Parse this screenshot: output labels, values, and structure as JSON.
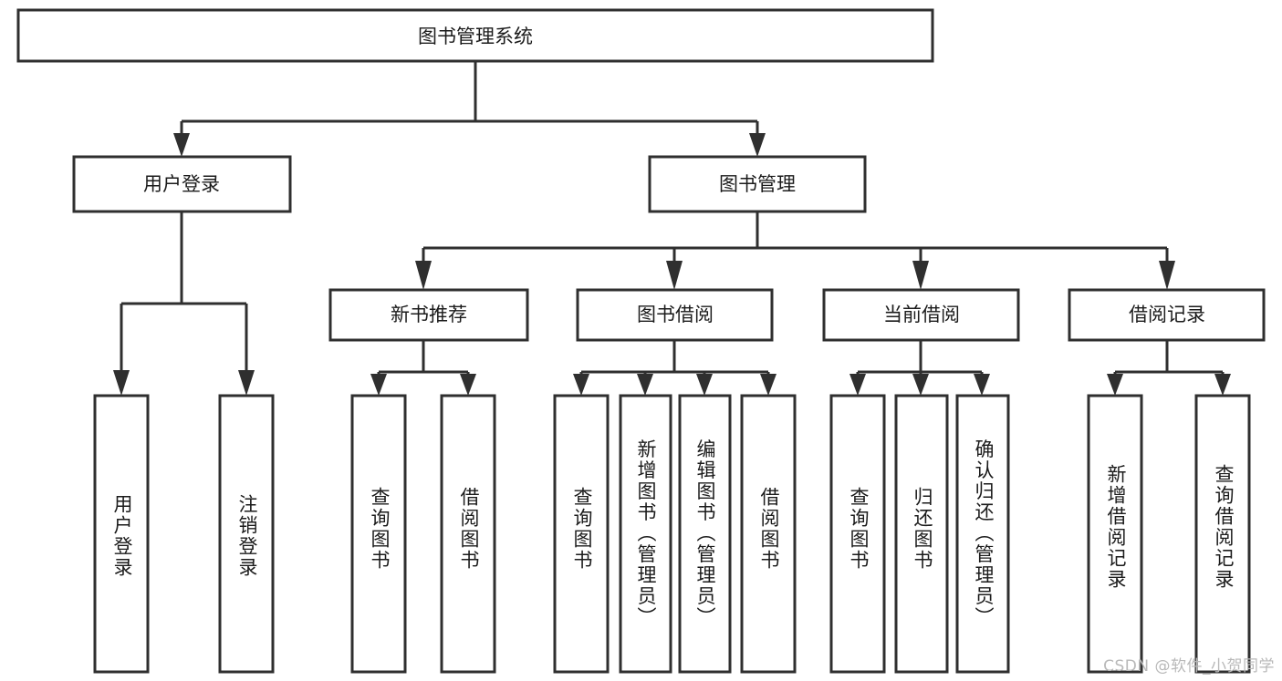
{
  "diagram": {
    "type": "tree-hierarchy-flowchart",
    "title": "图书管理系统",
    "orientation": "top-down",
    "colors": {
      "box_fill": "#ffffff",
      "box_stroke": "#2f2f2f",
      "text": "#1b1b1b",
      "background": "#ffffff",
      "watermark": "#b9b9b9"
    },
    "root": {
      "label": "图书管理系统"
    },
    "level2": [
      {
        "label": "用户登录"
      },
      {
        "label": "图书管理"
      }
    ],
    "level3": [
      {
        "label": "新书推荐"
      },
      {
        "label": "图书借阅"
      },
      {
        "label": "当前借阅"
      },
      {
        "label": "借阅记录"
      }
    ],
    "leaves": {
      "user_login": [
        {
          "label": "用户登录"
        },
        {
          "label": "注销登录"
        }
      ],
      "new_book": [
        {
          "label": "查询图书"
        },
        {
          "label": "借阅图书"
        }
      ],
      "book_borrow": [
        {
          "label": "查询图书"
        },
        {
          "label": "新增图书（管理员）"
        },
        {
          "label": "编辑图书（管理员）"
        },
        {
          "label": "借阅图书"
        }
      ],
      "current_borrow": [
        {
          "label": "查询图书"
        },
        {
          "label": "归还图书"
        },
        {
          "label": "确认归还（管理员）"
        }
      ],
      "borrow_record": [
        {
          "label": "新增借阅记录"
        },
        {
          "label": "查询借阅记录"
        }
      ]
    }
  },
  "watermark": {
    "text": "CSDN @软件_小贺同学"
  }
}
